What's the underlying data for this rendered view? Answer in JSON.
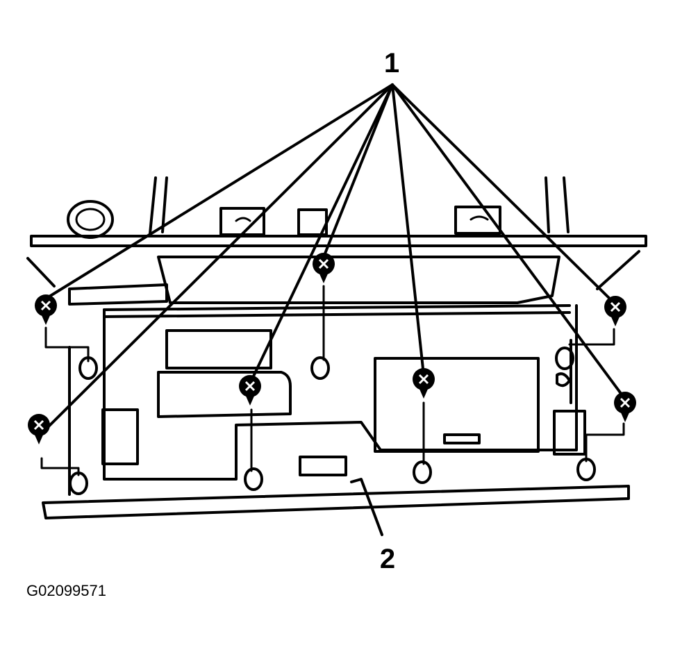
{
  "callouts": [
    {
      "id": "1",
      "label": "1",
      "target": "screws"
    },
    {
      "id": "2",
      "label": "2",
      "target": "panel"
    }
  ],
  "figure_id": "G02099571",
  "colors": {
    "line": "#000000",
    "background": "#ffffff"
  }
}
